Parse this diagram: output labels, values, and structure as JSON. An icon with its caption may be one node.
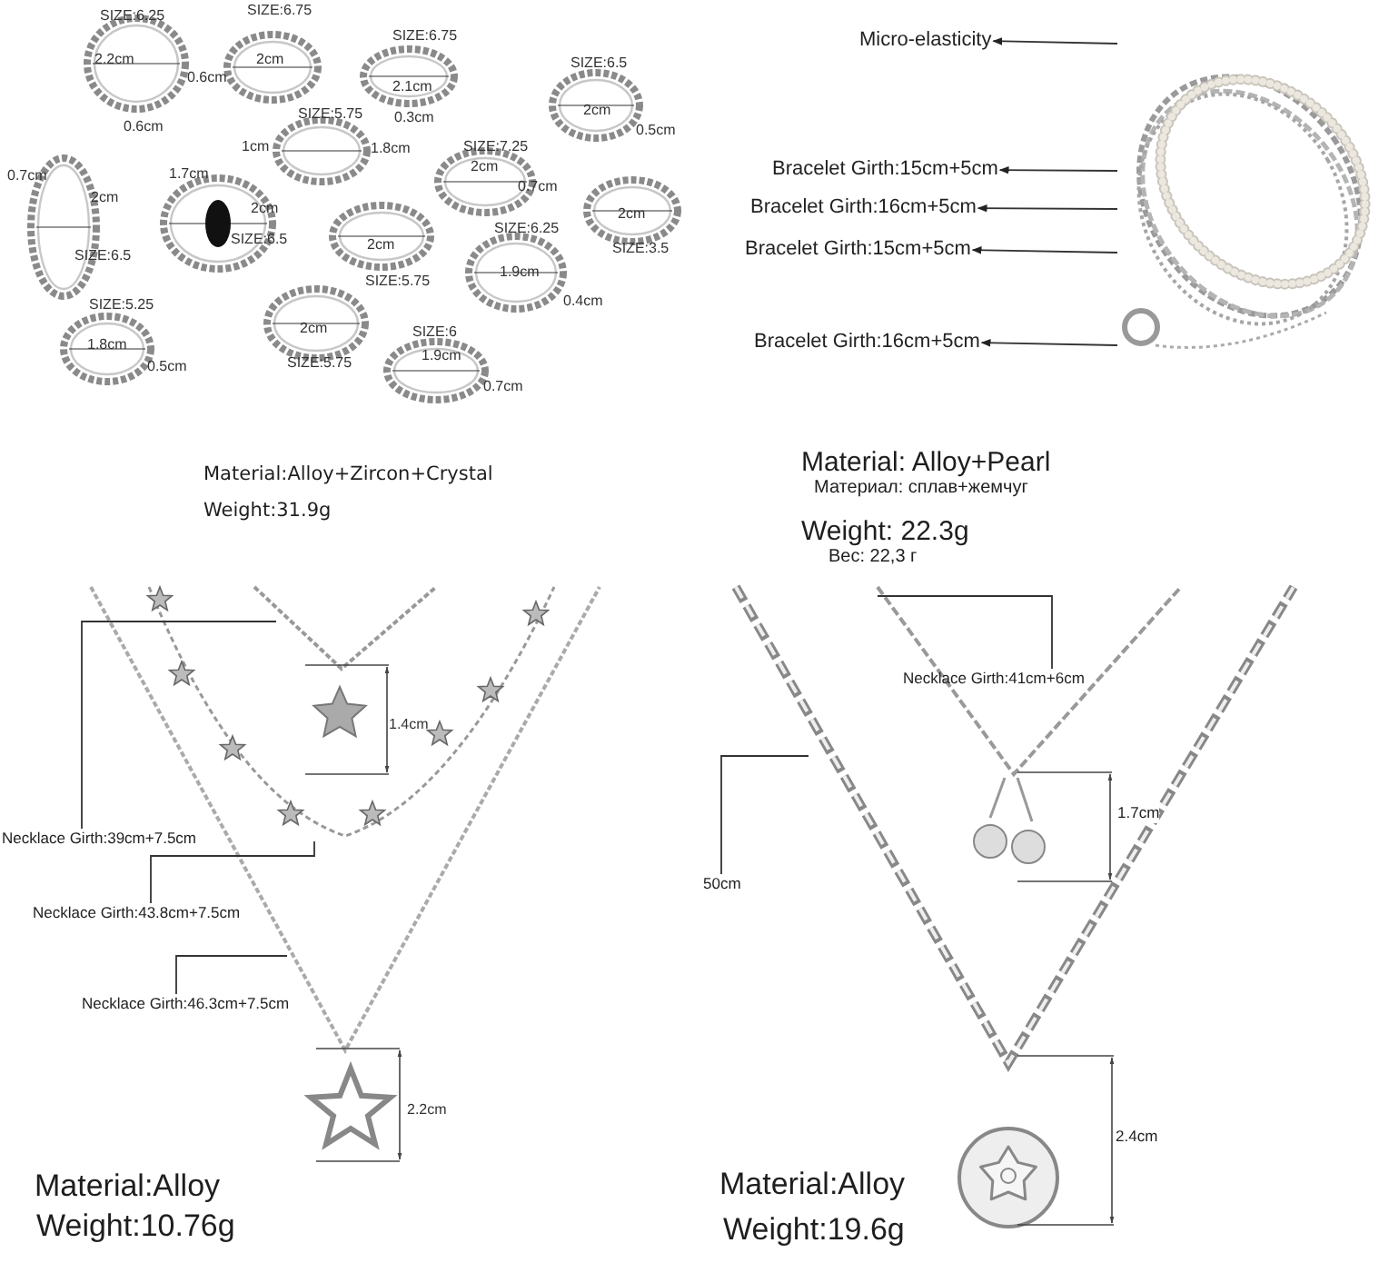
{
  "diagram": {
    "nodes": [
      {
        "text": [
          "Micro-elasticity"
        ]
      },
      {
        "text": [
          "Bracelet Girth:15cm+5cm"
        ]
      },
      {
        "text": [
          "Bracelet Girth:16cm+5cm"
        ]
      },
      {
        "text": [
          "Bracelet Girth:15cm+5cm"
        ]
      },
      {
        "text": [
          "Bracelet Girth:16cm+5cm"
        ]
      },
      {
        "text": [
          "Necklace Girth:41cm+6cm"
        ]
      },
      {
        "text": [
          "Necklace Girth:39cm+7.5cm"
        ]
      },
      {
        "text": [
          "50cm"
        ]
      },
      {
        "text": [
          "Necklace Girth:43.8cm+7.5cm"
        ]
      },
      {
        "text": [
          "Necklace Girth:46.3cm+7.5cm"
        ]
      },
      {
        "text": [],
        "shape": "picture"
      }
    ],
    "edges": [
      {
        "from": 10,
        "to": 0,
        "arrow": "to"
      },
      {
        "from": 10,
        "to": 1,
        "arrow": "to"
      },
      {
        "from": 10,
        "to": 2,
        "arrow": "to"
      },
      {
        "from": 10,
        "to": 3,
        "arrow": "to"
      },
      {
        "from": 10,
        "to": 4,
        "arrow": "to"
      },
      {
        "from": 5,
        "to": null,
        "arrow": "none"
      },
      {
        "from": 6,
        "to": null,
        "arrow": "none"
      },
      {
        "from": 7,
        "to": null,
        "arrow": "none"
      },
      {
        "from": 8,
        "to": null,
        "arrow": "none"
      },
      {
        "from": 9,
        "to": null,
        "arrow": "none"
      }
    ],
    "labels": [
      "SIZE:6.25",
      "2.2cm",
      "0.6cm",
      "SIZE:6.75",
      "2cm",
      "0.6cm",
      "SIZE:6.75",
      "2.1cm",
      "0.3cm",
      "SIZE:6.5",
      "2cm",
      "0.5cm",
      "SIZE:5.75",
      "1cm",
      "1.8cm",
      "SIZE:7.25",
      "2cm",
      "0.7cm",
      "0.7cm",
      "2cm",
      "1.7cm",
      "2cm",
      "SIZE:6.5",
      "SIZE:6.5",
      "2cm",
      "SIZE:3.5",
      "2cm",
      "SIZE:5.75",
      "SIZE:6.25",
      "1.9cm",
      "0.4cm",
      "SIZE:5.25",
      "1.8cm",
      "0.5cm",
      "2cm",
      "SIZE:5.75",
      "SIZE:6",
      "1.9cm",
      "0.7cm",
      "Material:Alloy+Zircon+Crystal",
      "Weight:31.9g",
      "Material: Alloy+Pearl",
      "Материал: сплав+жемчуг",
      "Weight: 22.3g",
      "Вес: 22,3 г",
      "1.4cm",
      "1.7cm",
      "2.2cm",
      "2.4cm",
      "Material:Alloy",
      "Weight:10.76g",
      "Material:Alloy",
      "Weight:19.6g"
    ]
  }
}
